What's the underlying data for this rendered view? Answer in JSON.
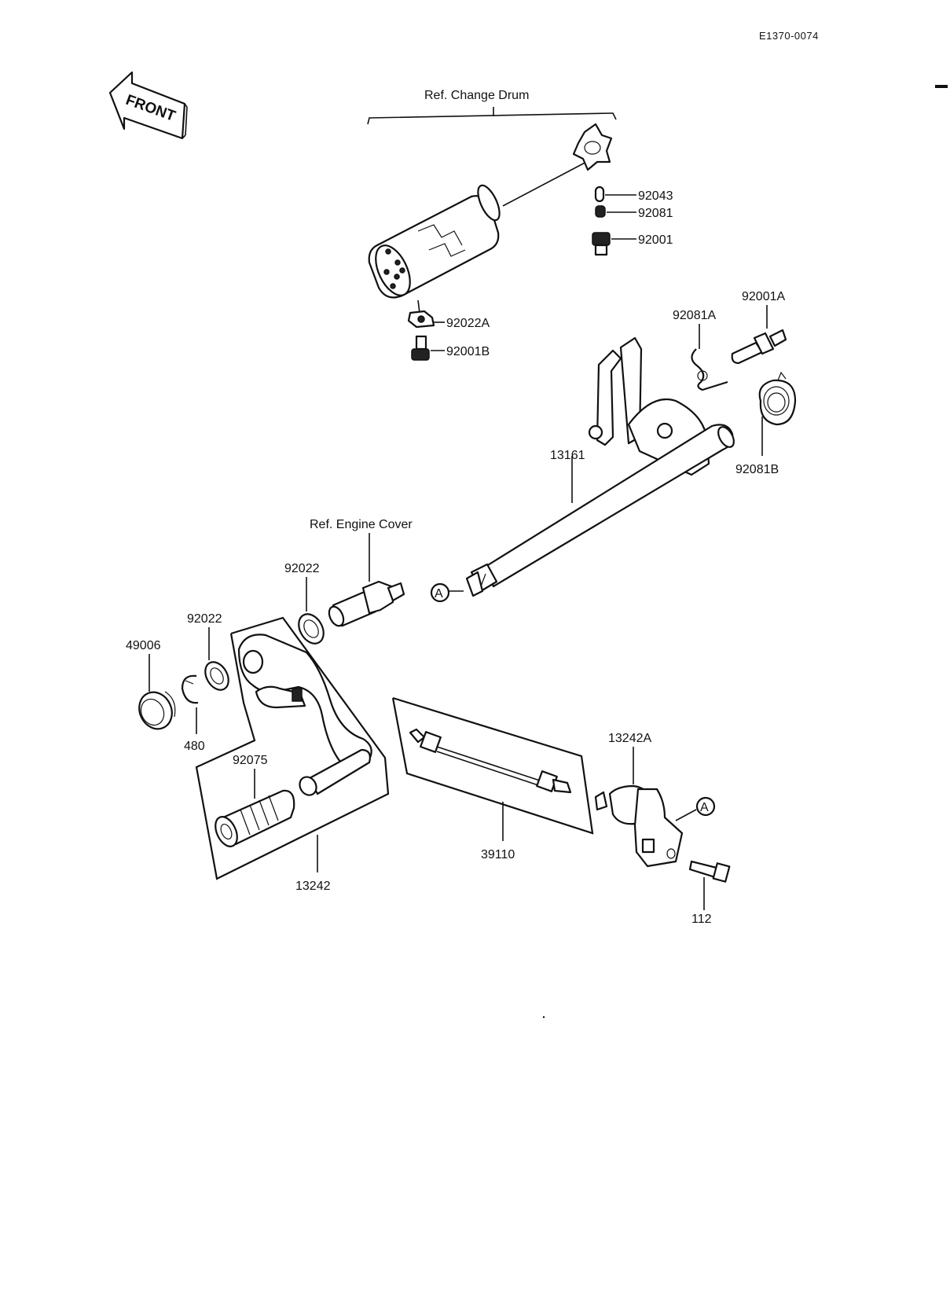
{
  "sheet_code": "E1370-0074",
  "front_label": "FRONT",
  "ref_labels": {
    "change_drum": "Ref.  Change Drum",
    "engine_cover": "Ref.  Engine Cover"
  },
  "parts": {
    "p92043": "92043",
    "p92081": "92081",
    "p92001": "92001",
    "p92022A": "92022A",
    "p92001B": "92001B",
    "p92081A": "92081A",
    "p92001A": "92001A",
    "p92081B": "92081B",
    "p13161": "13161",
    "p92022_left": "92022",
    "p92022_right": "92022",
    "p49006": "49006",
    "p480": "480",
    "p92075": "92075",
    "p13242": "13242",
    "p39110": "39110",
    "p13242A": "13242A",
    "p112": "112"
  },
  "callouts": {
    "a_left": "A",
    "a_right": "A"
  }
}
